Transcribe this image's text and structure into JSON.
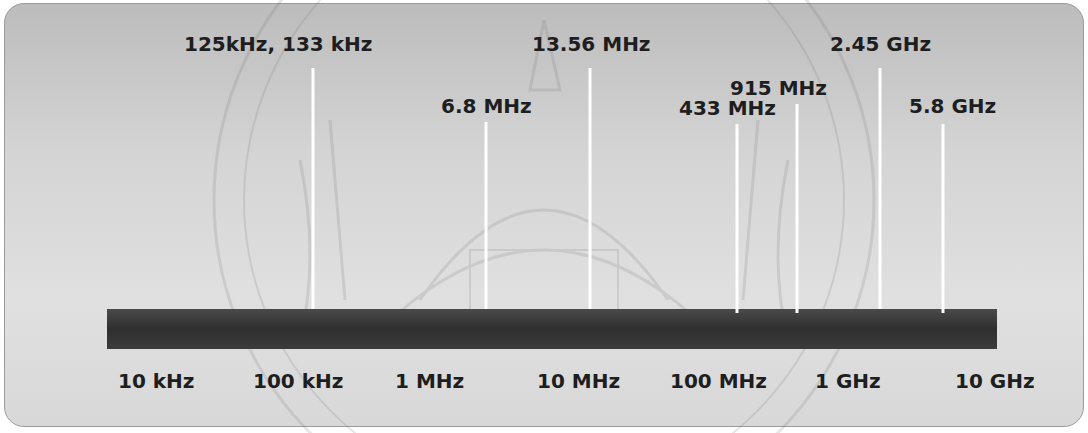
{
  "diagram": {
    "labels": [
      "125kHz, 133 kHz",
      "13.56 MHz",
      "2.45 GHz",
      "915 MHz",
      "6.8 MHz",
      "433 MHz",
      "5.8 GHz",
      "10 kHz",
      "100 kHz",
      "1 MHz",
      "10 MHz",
      "100 MHz",
      "1 GHz",
      "10 GHz"
    ]
  }
}
